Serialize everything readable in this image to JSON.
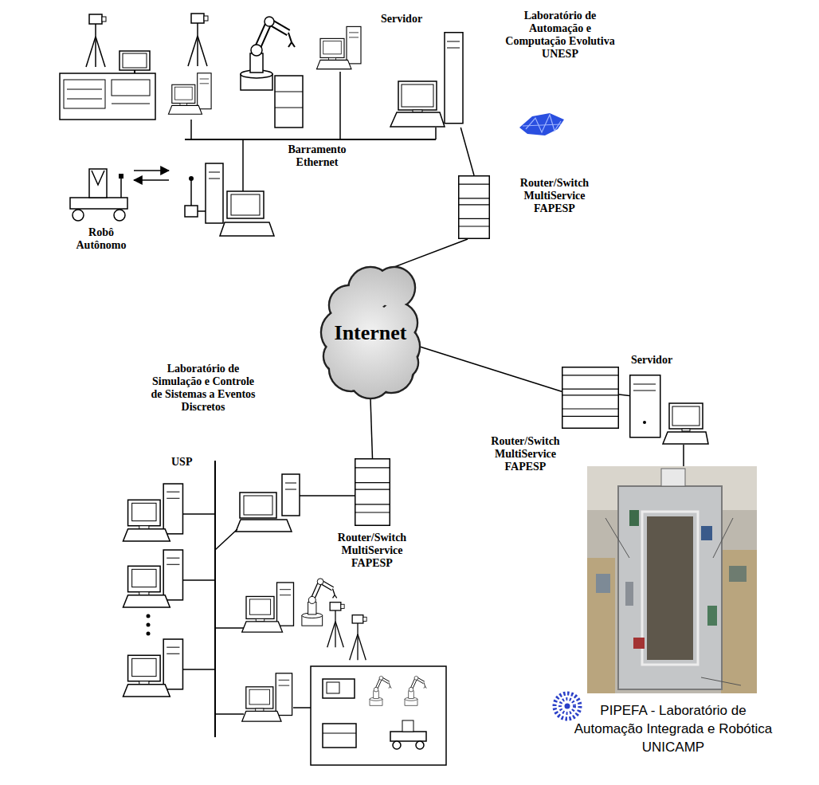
{
  "diagram": {
    "nodes": [
      {
        "text": [
          "Servidor"
        ]
      },
      {
        "text": [
          "Router/Switch MultiService FAPESP"
        ]
      },
      {
        "text": [
          "Internet"
        ]
      },
      {
        "text": [
          "Servidor"
        ]
      },
      {
        "text": [
          "Router/Switch MultiService FAPESP"
        ]
      },
      {
        "text": [
          "Router/Switch MultiService FAPESP"
        ]
      }
    ],
    "edges": [
      {
        "from": 0,
        "to": 1,
        "arrow": "none"
      },
      {
        "from": 1,
        "to": 2,
        "arrow": "none"
      },
      {
        "from": 2,
        "to": 4,
        "arrow": "none"
      },
      {
        "from": 4,
        "to": 3,
        "arrow": "none"
      },
      {
        "from": 2,
        "to": 5,
        "arrow": "none"
      }
    ],
    "labels": [
      "Laboratório de Automação e Computação Evolutiva UNESP",
      "Barramento Ethernet",
      "Robô Autônomo",
      "Laboratório de Simulação e Controle de Sistemas a Eventos Discretos",
      "USP",
      "PIPEFA - Laboratório de Automação Integrada e Robótica UNICAMP"
    ]
  }
}
